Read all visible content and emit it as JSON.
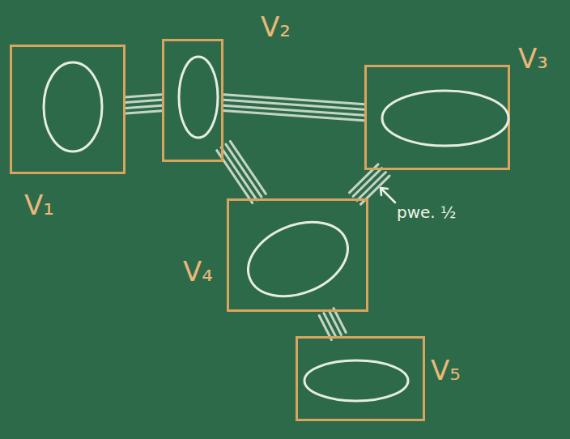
{
  "diagram": {
    "nodes": [
      {
        "text": [
          "V₁"
        ]
      },
      {
        "text": [
          "V₂"
        ]
      },
      {
        "text": [
          "V₃"
        ]
      },
      {
        "text": [
          "V₄"
        ]
      },
      {
        "text": [
          "V₅"
        ]
      }
    ],
    "edges": [
      {
        "from": 0,
        "to": 1,
        "arrow": "none"
      },
      {
        "from": 1,
        "to": 2,
        "arrow": "none"
      },
      {
        "from": 1,
        "to": 3,
        "arrow": "none"
      },
      {
        "from": 2,
        "to": 3,
        "arrow": "none"
      },
      {
        "from": 3,
        "to": 4,
        "arrow": "none"
      }
    ],
    "labels": [
      "pwe. ½"
    ]
  }
}
